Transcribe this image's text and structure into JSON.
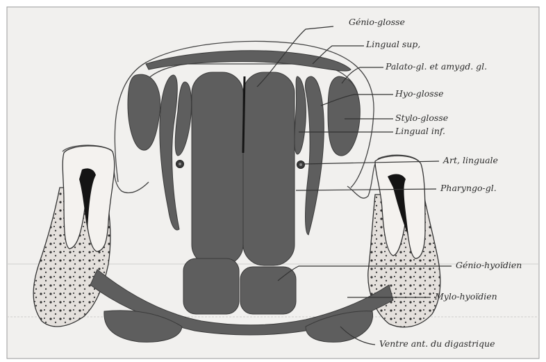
{
  "labels": {
    "genio_glosse": "Génio-glosse",
    "lingual_sup": "Lingual sup,",
    "palato_gl": "Palato-gl. et amygd. gl.",
    "hyo_glosse": "Hyo-glosse",
    "stylo_glosse": "Stylo-glosse",
    "lingual_inf": "Lingual inf.",
    "art_linguale": "Art, linguale",
    "pharyngo_gl": "Pharyngo-gl.",
    "genio_hyoidien": "Génio-hyoïdien",
    "mylo_hyoidien": "Mylo-hyoïdien",
    "ventre_digastrique": "Ventre ant. du digastrique"
  },
  "colors": {
    "paper": "#f1f0ee",
    "muscle": "#5e5e5e",
    "bone": "#e4e0dc",
    "outline": "#444444"
  }
}
